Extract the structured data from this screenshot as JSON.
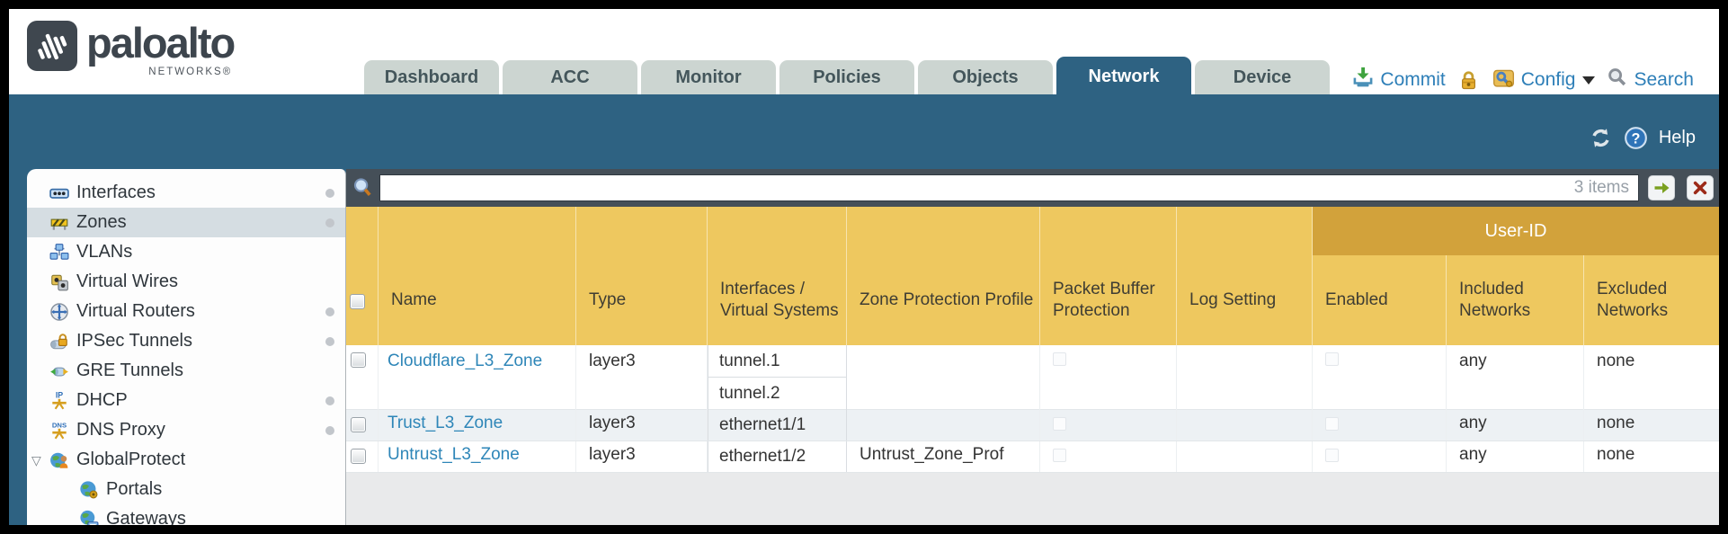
{
  "brand": {
    "logo_text": "paloalto",
    "logo_sub": "NETWORKS®"
  },
  "nav": {
    "tabs": [
      {
        "label": "Dashboard",
        "active": false
      },
      {
        "label": "ACC",
        "active": false
      },
      {
        "label": "Monitor",
        "active": false
      },
      {
        "label": "Policies",
        "active": false
      },
      {
        "label": "Objects",
        "active": false
      },
      {
        "label": "Network",
        "active": true
      },
      {
        "label": "Device",
        "active": false
      }
    ],
    "actions": {
      "commit_label": "Commit",
      "config_label": "Config",
      "search_label": "Search"
    }
  },
  "toolbar": {
    "help_label": "Help"
  },
  "sidebar": {
    "items": [
      {
        "label": "Interfaces",
        "selected": false,
        "dot": true,
        "child": false
      },
      {
        "label": "Zones",
        "selected": true,
        "dot": true,
        "child": false
      },
      {
        "label": "VLANs",
        "selected": false,
        "dot": false,
        "child": false
      },
      {
        "label": "Virtual Wires",
        "selected": false,
        "dot": false,
        "child": false
      },
      {
        "label": "Virtual Routers",
        "selected": false,
        "dot": true,
        "child": false
      },
      {
        "label": "IPSec Tunnels",
        "selected": false,
        "dot": true,
        "child": false
      },
      {
        "label": "GRE Tunnels",
        "selected": false,
        "dot": false,
        "child": false
      },
      {
        "label": "DHCP",
        "selected": false,
        "dot": true,
        "child": false
      },
      {
        "label": "DNS Proxy",
        "selected": false,
        "dot": true,
        "child": false
      },
      {
        "label": "GlobalProtect",
        "selected": false,
        "dot": false,
        "child": false,
        "expanded": true
      },
      {
        "label": "Portals",
        "selected": false,
        "dot": false,
        "child": true
      },
      {
        "label": "Gateways",
        "selected": false,
        "dot": false,
        "child": true
      }
    ]
  },
  "filterbar": {
    "value": "",
    "items_count": "3 items"
  },
  "table": {
    "group_header": "User-ID",
    "columns": [
      "Name",
      "Type",
      "Interfaces / Virtual Systems",
      "Zone Protection Profile",
      "Packet Buffer Protection",
      "Log Setting",
      "Enabled",
      "Included Networks",
      "Excluded Networks"
    ],
    "rows": [
      {
        "name": "Cloudflare_L3_Zone",
        "type": "layer3",
        "interfaces": [
          "tunnel.1",
          "tunnel.2"
        ],
        "zone_protection_profile": "",
        "log_setting": "",
        "included_networks": "any",
        "excluded_networks": "none"
      },
      {
        "name": "Trust_L3_Zone",
        "type": "layer3",
        "interfaces": [
          "ethernet1/1"
        ],
        "zone_protection_profile": "",
        "log_setting": "",
        "included_networks": "any",
        "excluded_networks": "none"
      },
      {
        "name": "Untrust_L3_Zone",
        "type": "layer3",
        "interfaces": [
          "ethernet1/2"
        ],
        "zone_protection_profile": "Untrust_Zone_Prof",
        "log_setting": "",
        "included_networks": "any",
        "excluded_networks": "none"
      }
    ]
  },
  "colors": {
    "teal": "#2e6282",
    "header_gold": "#eec85f",
    "userid_band": "#d2a23b",
    "link_blue": "#2e7fb8",
    "strip_dark": "#454f58",
    "selected_row": "#d5dde2",
    "alt_row": "#edf1f4"
  }
}
